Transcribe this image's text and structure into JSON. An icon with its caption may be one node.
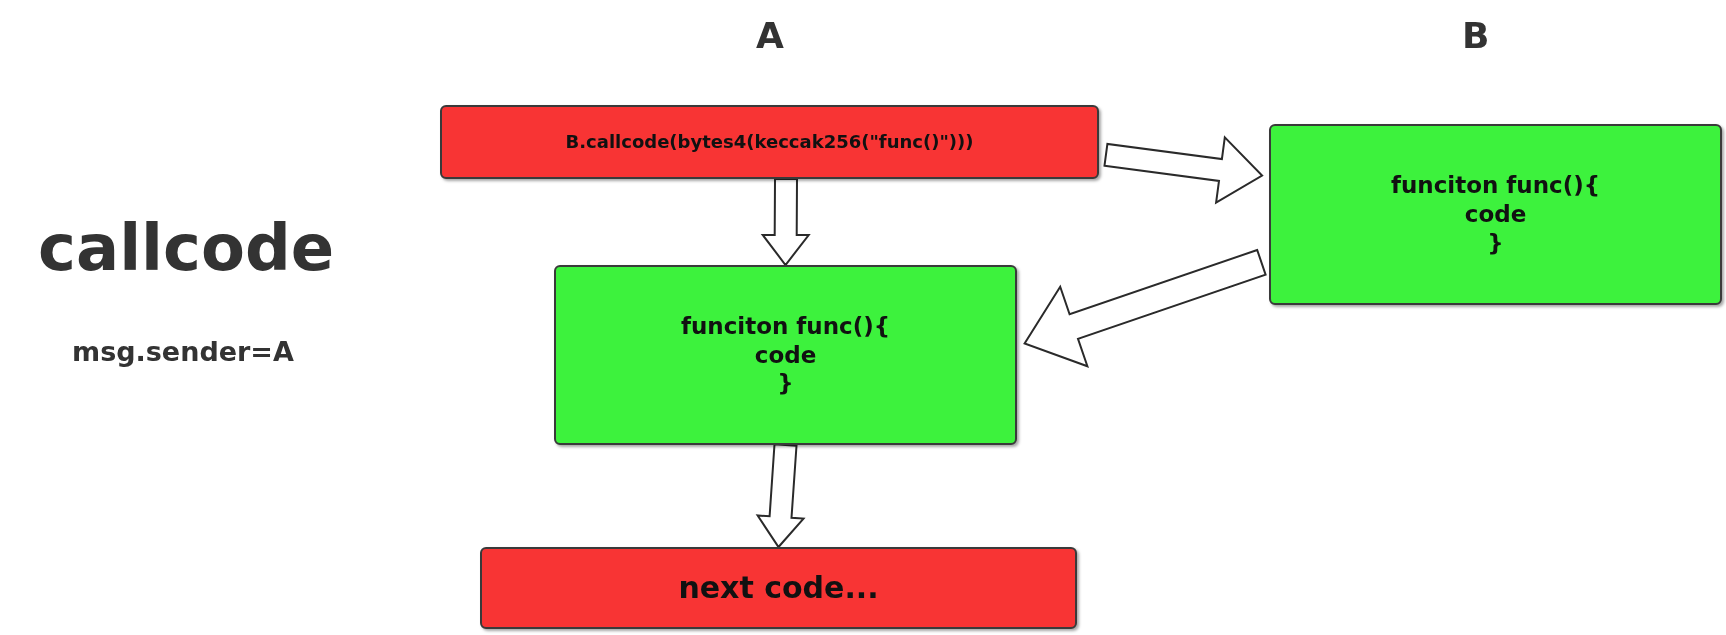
{
  "diagram": {
    "title": "callcode",
    "nodes": [
      {
        "text": [
          "B.callcode(bytes4(keccak256(\"func()\")))"
        ]
      },
      {
        "text": [
          "funciton func(){",
          "code",
          "}"
        ]
      },
      {
        "text": [
          "funciton func(){",
          "code",
          "}"
        ]
      },
      {
        "text": [
          "next code..."
        ]
      }
    ],
    "edges": [
      {
        "from": 0,
        "to": 1,
        "arrow": "to"
      },
      {
        "from": 0,
        "to": 2,
        "arrow": "to"
      },
      {
        "from": 2,
        "to": 1,
        "arrow": "to"
      },
      {
        "from": 1,
        "to": 3,
        "arrow": "to"
      }
    ],
    "labels": [
      "A",
      "B",
      "msg.sender=A"
    ]
  }
}
